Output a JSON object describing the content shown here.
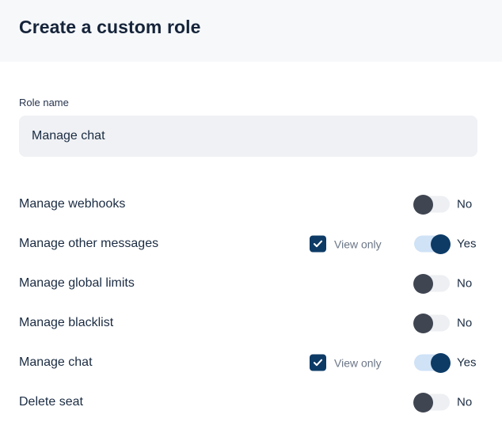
{
  "header": {
    "title": "Create a custom role",
    "background_color": "#f6f8fa"
  },
  "form": {
    "role_name": {
      "label": "Role name",
      "value": "Manage chat",
      "placeholder": "Role name"
    }
  },
  "colors": {
    "accent_navy": "#0d3b66",
    "toggle_off_knob": "#3f4551",
    "toggle_off_track": "#edeff2",
    "toggle_on_track": "#cfe2f6",
    "input_background": "#eff1f4",
    "text_primary": "#1a2b42",
    "text_muted": "#6b7686"
  },
  "permissions": [
    {
      "label": "Manage webhooks",
      "has_view_only": false,
      "view_only_label": "View only",
      "view_only_checked": false,
      "enabled": false,
      "toggle_label": "No"
    },
    {
      "label": "Manage other messages",
      "has_view_only": true,
      "view_only_label": "View only",
      "view_only_checked": true,
      "enabled": true,
      "toggle_label": "Yes"
    },
    {
      "label": "Manage global limits",
      "has_view_only": false,
      "view_only_label": "View only",
      "view_only_checked": false,
      "enabled": false,
      "toggle_label": "No"
    },
    {
      "label": "Manage blacklist",
      "has_view_only": false,
      "view_only_label": "View only",
      "view_only_checked": false,
      "enabled": false,
      "toggle_label": "No"
    },
    {
      "label": "Manage chat",
      "has_view_only": true,
      "view_only_label": "View only",
      "view_only_checked": true,
      "enabled": true,
      "toggle_label": "Yes"
    },
    {
      "label": "Delete seat",
      "has_view_only": false,
      "view_only_label": "View only",
      "view_only_checked": false,
      "enabled": false,
      "toggle_label": "No"
    }
  ]
}
